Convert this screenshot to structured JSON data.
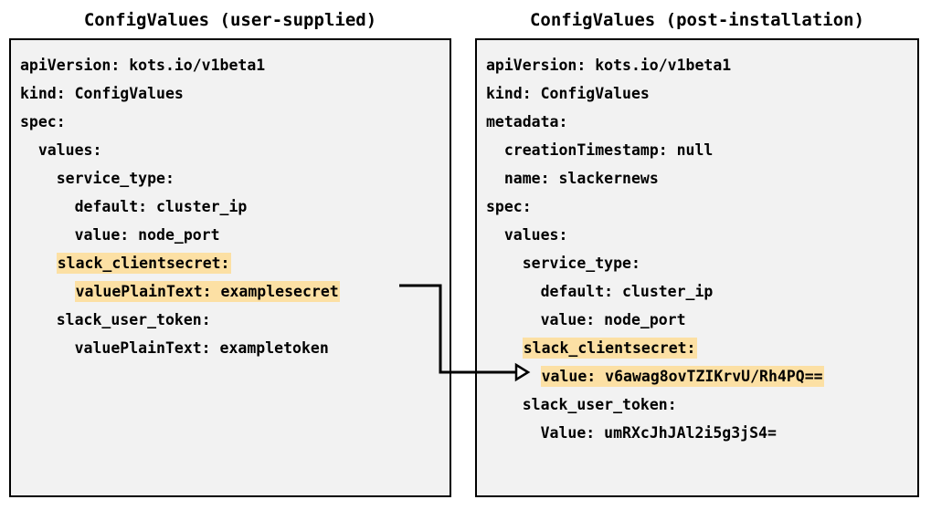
{
  "diagram": {
    "title_left": "ConfigValues (user-supplied)",
    "title_right": "ConfigValues (post-installation)",
    "highlight_color": "#fce0a4",
    "panel_background": "#f2f2f2",
    "border_color": "#000000",
    "connector": {
      "label": "encryption-mapping-arrow",
      "from": "valuePlainText: examplesecret",
      "to": "value: v6awag8ovTZIKrvU/Rh4PQ=="
    }
  },
  "left_panel": {
    "name": "ConfigValues (user-supplied)",
    "lines": [
      {
        "text": "apiVersion: kots.io/v1beta1",
        "indent": 0,
        "highlight": false
      },
      {
        "text": "kind: ConfigValues",
        "indent": 0,
        "highlight": false
      },
      {
        "text": "spec:",
        "indent": 0,
        "highlight": false
      },
      {
        "text": "values:",
        "indent": 1,
        "highlight": false
      },
      {
        "text": "service_type:",
        "indent": 2,
        "highlight": false
      },
      {
        "text": "default: cluster_ip",
        "indent": 3,
        "highlight": false
      },
      {
        "text": "value: node_port",
        "indent": 3,
        "highlight": false
      },
      {
        "text": "slack_clientsecret:",
        "indent": 2,
        "highlight": true
      },
      {
        "text": "valuePlainText: examplesecret",
        "indent": 3,
        "highlight": true
      },
      {
        "text": "slack_user_token:",
        "indent": 2,
        "highlight": false
      },
      {
        "text": "valuePlainText: exampletoken",
        "indent": 3,
        "highlight": false
      }
    ]
  },
  "right_panel": {
    "name": "ConfigValues (post-installation)",
    "lines": [
      {
        "text": "apiVersion: kots.io/v1beta1",
        "indent": 0,
        "highlight": false
      },
      {
        "text": "kind: ConfigValues",
        "indent": 0,
        "highlight": false
      },
      {
        "text": "metadata:",
        "indent": 0,
        "highlight": false
      },
      {
        "text": "creationTimestamp: null",
        "indent": 1,
        "highlight": false
      },
      {
        "text": "name: slackernews",
        "indent": 1,
        "highlight": false
      },
      {
        "text": "spec:",
        "indent": 0,
        "highlight": false
      },
      {
        "text": "values:",
        "indent": 1,
        "highlight": false
      },
      {
        "text": "service_type:",
        "indent": 2,
        "highlight": false
      },
      {
        "text": "default: cluster_ip",
        "indent": 3,
        "highlight": false
      },
      {
        "text": "value: node_port",
        "indent": 3,
        "highlight": false
      },
      {
        "text": "slack_clientsecret:",
        "indent": 2,
        "highlight": true
      },
      {
        "text": "value: v6awag8ovTZIKrvU/Rh4PQ==",
        "indent": 3,
        "highlight": true
      },
      {
        "text": "slack_user_token:",
        "indent": 2,
        "highlight": false
      },
      {
        "text": "Value: umRXcJhJAl2i5g3jS4=",
        "indent": 3,
        "highlight": false
      }
    ]
  }
}
